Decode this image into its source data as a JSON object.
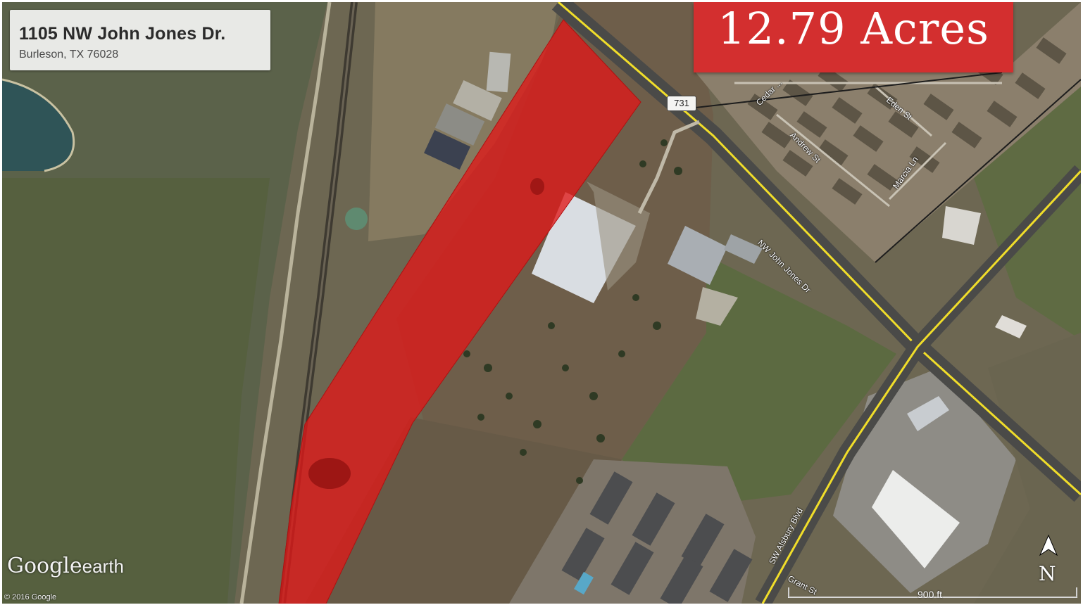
{
  "address": {
    "street": "1105 NW John Jones Dr.",
    "city_line": "Burleson, TX 76028"
  },
  "acreage_label": "12.79 Acres",
  "map": {
    "highway_shield": "731",
    "road_labels": {
      "john_jones": "NW John Jones Dr",
      "alsbury": "SW Alsbury Blvd",
      "cedar": "Cedar ...",
      "eden": "Eden St",
      "andrew": "Andrew St",
      "marcia": "Marcia Ln",
      "grant": "Grant St"
    },
    "parcel_color": "#e01818",
    "north_letter": "N",
    "north_icon": "north-arrow-icon",
    "scale_label": "900 ft"
  },
  "brand": {
    "name_main": "Google",
    "name_suffix": "earth",
    "copyright": "© 2016 Google"
  }
}
